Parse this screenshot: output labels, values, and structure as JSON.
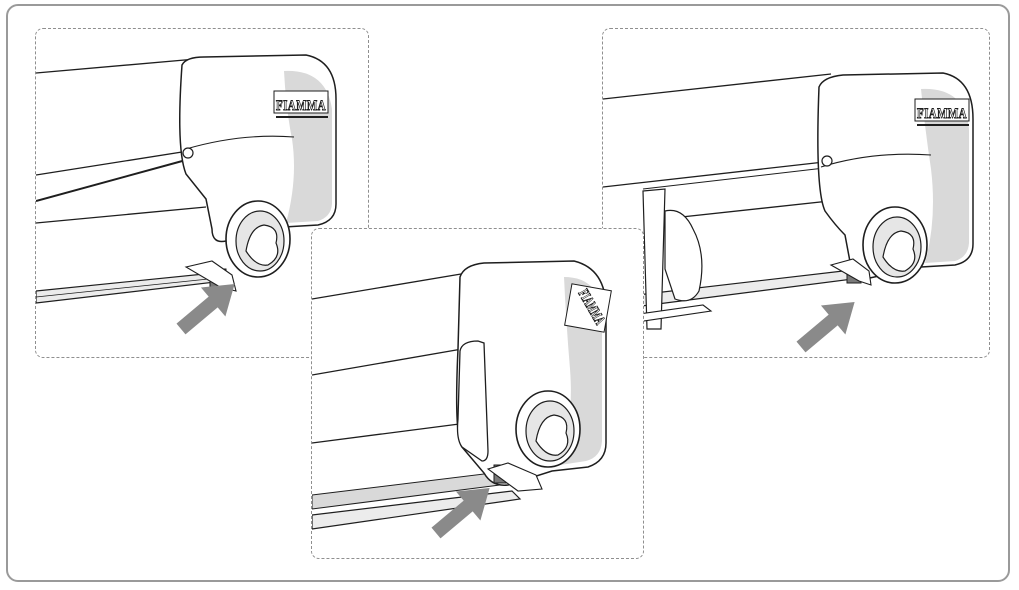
{
  "figure": {
    "brand_logo": "FIAMMA",
    "colors": {
      "outline": "#1e1e1e",
      "shade": "#d9d9d9",
      "arrow": "#8a8a8a",
      "frame": "#9a9a9a",
      "dashed_border": "#8f8f8f"
    },
    "steps": [
      {
        "id": "a",
        "arrow_icon": "diagonal-arrow-up-right"
      },
      {
        "id": "b",
        "arrow_icon": "diagonal-arrow-up-right"
      },
      {
        "id": "c",
        "arrow_icon": "diagonal-arrow-up-right"
      }
    ]
  }
}
